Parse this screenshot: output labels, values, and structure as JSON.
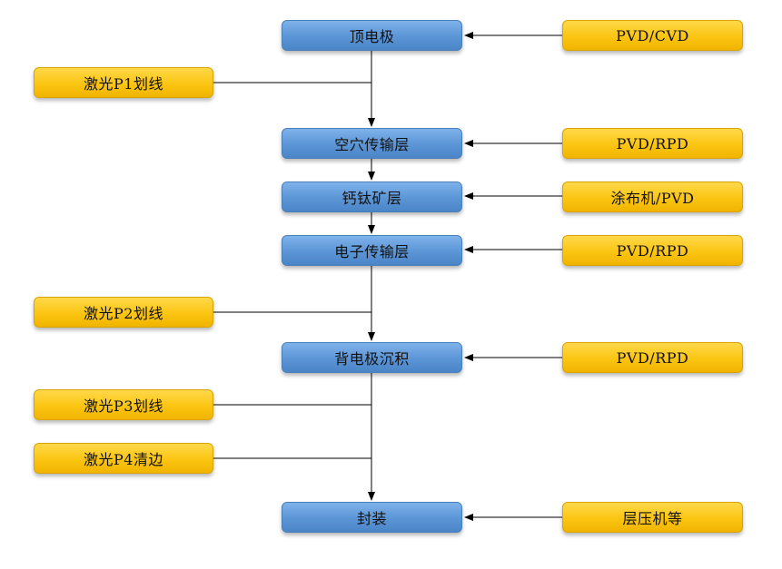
{
  "process_steps": [
    {
      "id": "top-electrode",
      "label": "顶电极"
    },
    {
      "id": "hole-transport-layer",
      "label": "空穴传输层"
    },
    {
      "id": "perovskite-layer",
      "label": "钙钛矿层"
    },
    {
      "id": "electron-transport-layer",
      "label": "电子传输层"
    },
    {
      "id": "back-electrode-deposition",
      "label": "背电极沉积"
    },
    {
      "id": "encapsulation",
      "label": "封装"
    }
  ],
  "equipment": [
    {
      "target": "top-electrode",
      "label": "PVD/CVD"
    },
    {
      "target": "hole-transport-layer",
      "label": "PVD/RPD"
    },
    {
      "target": "perovskite-layer",
      "label": "涂布机/PVD"
    },
    {
      "target": "electron-transport-layer",
      "label": "PVD/RPD"
    },
    {
      "target": "back-electrode-deposition",
      "label": "PVD/RPD"
    },
    {
      "target": "encapsulation",
      "label": "层压机等"
    }
  ],
  "laser_steps": [
    {
      "label": "激光P1划线"
    },
    {
      "label": "激光P2划线"
    },
    {
      "label": "激光P3划线"
    },
    {
      "label": "激光P4清边"
    }
  ],
  "colors": {
    "process_fill": "#5b95d6",
    "equipment_fill": "#fbc512",
    "connector": "#000000"
  }
}
